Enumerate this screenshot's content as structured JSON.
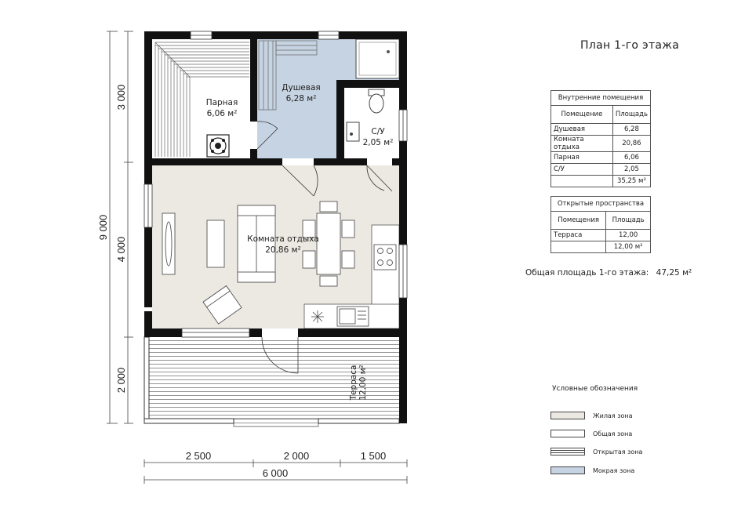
{
  "title": "План 1-го этажа",
  "rooms": {
    "parnaya": {
      "name": "Парная",
      "area": "6,06 м²"
    },
    "dushevaya": {
      "name": "Душевая",
      "area": "6,28 м²"
    },
    "su": {
      "name": "С/У",
      "area": "2,05 м²"
    },
    "komnata": {
      "name": "Комната отдыха",
      "area": "20,86 м²"
    },
    "terrasa": {
      "name": "Терраса",
      "area": "12,00 м²"
    }
  },
  "dimensions": {
    "left_total": "9 000",
    "left_parts": [
      "3 000",
      "4 000",
      "2 000"
    ],
    "bottom_parts": [
      "2 500",
      "2 000",
      "1 500"
    ],
    "bottom_total": "6 000"
  },
  "table_internal": {
    "caption": "Внутренние помещения",
    "col_room": "Помещение",
    "col_area": "Площадь",
    "rows": [
      {
        "room": "Душевая",
        "area": "6,28"
      },
      {
        "room": "Комната отдыха",
        "area": "20,86"
      },
      {
        "room": "Парная",
        "area": "6,06"
      },
      {
        "room": "С/У",
        "area": "2,05"
      }
    ],
    "total": "35,25 м²"
  },
  "table_open": {
    "caption": "Открытые пространства",
    "col_room": "Помещения",
    "col_area": "Площадь",
    "rows": [
      {
        "room": "Терраса",
        "area": "12,00"
      }
    ],
    "total": "12,00 м²"
  },
  "total_area": {
    "label": "Общая площадь 1-го этажа:",
    "value": "47,25 м²"
  },
  "legend": {
    "title": "Условные обозначения",
    "items": [
      {
        "label": "Жилая зона",
        "color": "#ece9e2"
      },
      {
        "label": "Общая зона",
        "color": "#ffffff"
      },
      {
        "label": "Открытая зона",
        "color": "striped"
      },
      {
        "label": "Мокрая зона",
        "color": "#c6d3e2"
      }
    ]
  },
  "colors": {
    "wall": "#111111",
    "living": "#ece9e2",
    "wet": "#c6d3e2",
    "line": "#444444"
  }
}
